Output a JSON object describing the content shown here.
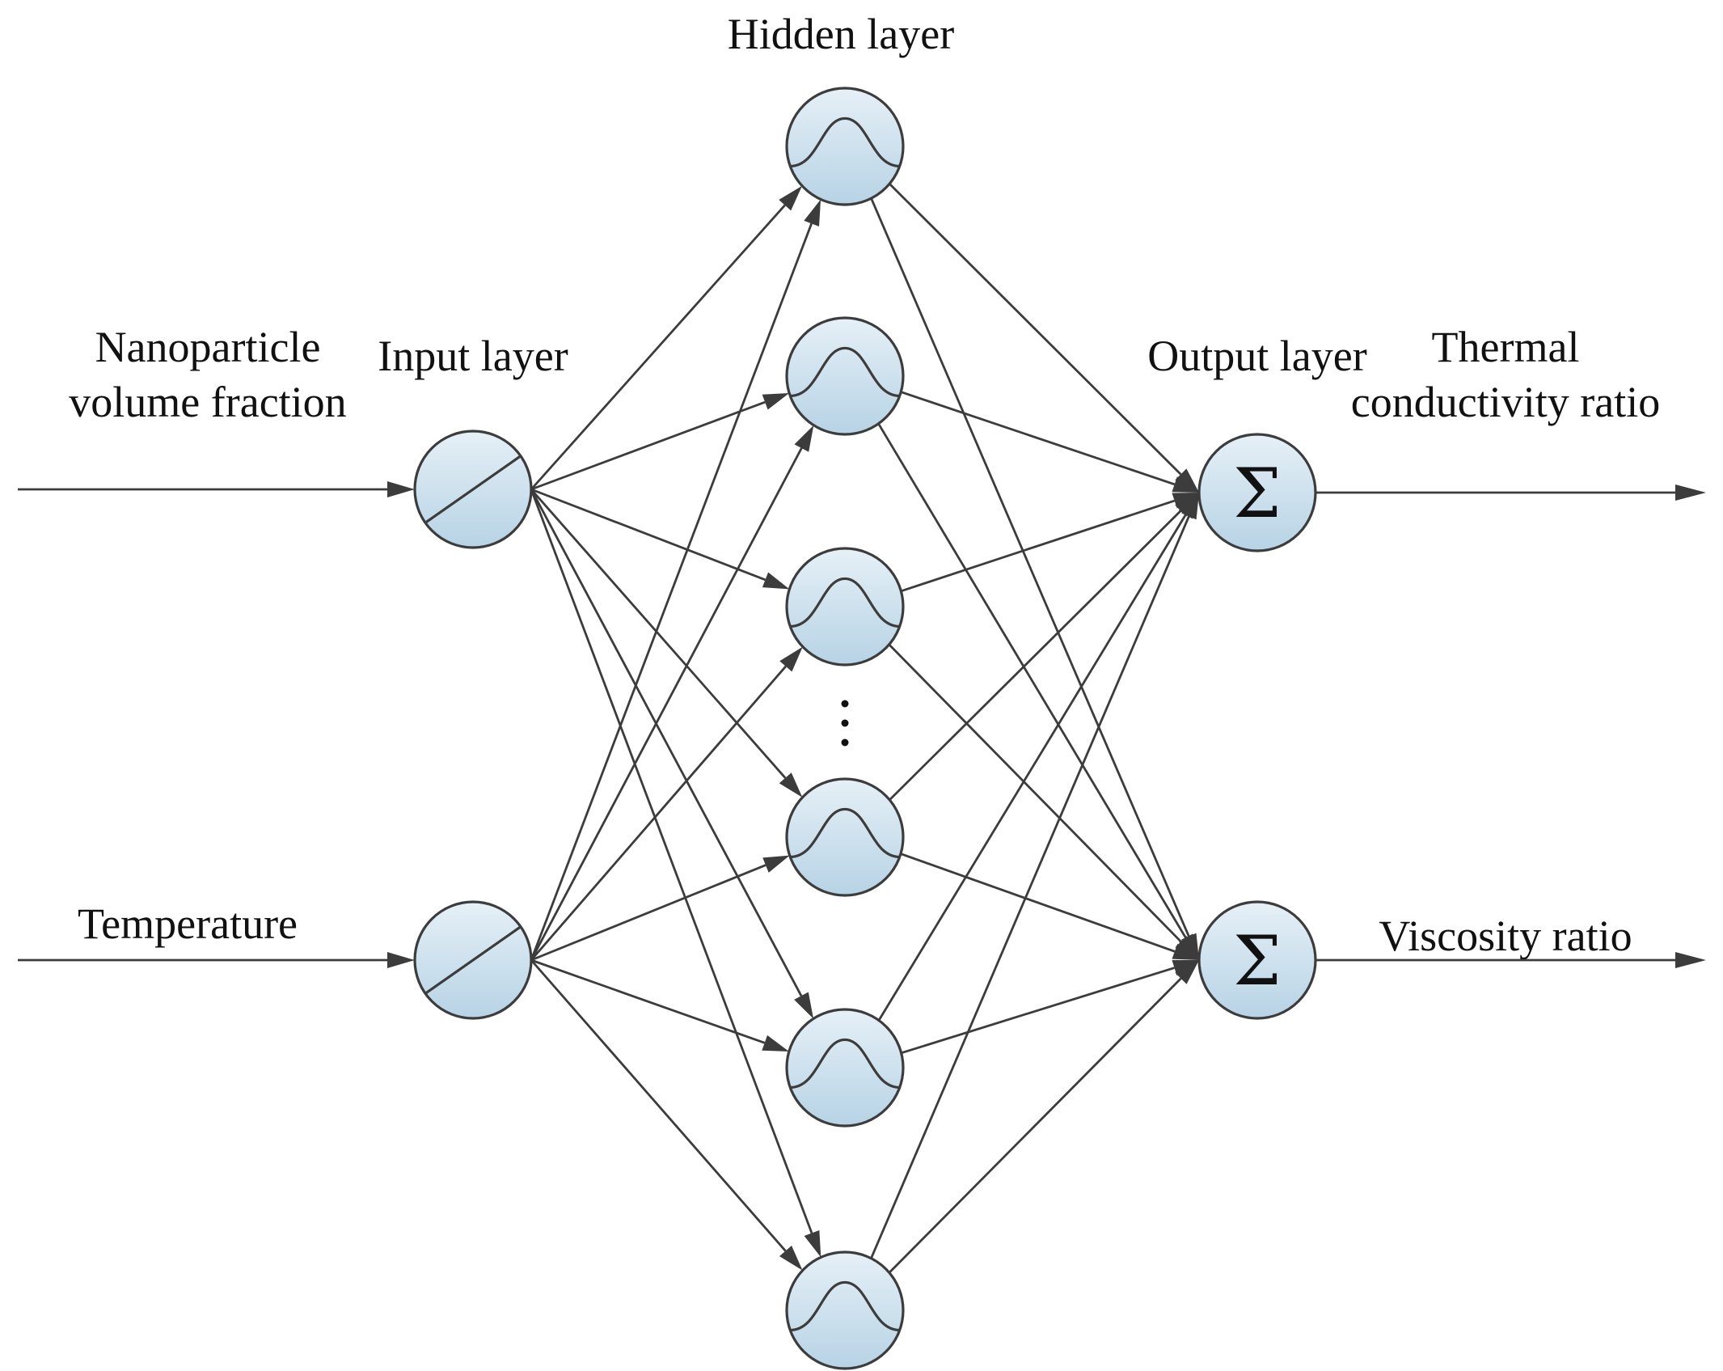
{
  "colors": {
    "node_fill_top": "#e6f0f7",
    "node_fill_bottom": "#b7d3e5",
    "stroke": "#3c3c3c",
    "text": "#111111"
  },
  "layers": {
    "input": {
      "label": "Input layer",
      "activation_icon": "linear-icon",
      "inputs": [
        "Nanoparticle\nvolume fraction",
        "Temperature"
      ]
    },
    "hidden": {
      "label": "Hidden layer",
      "activation_icon": "bell-curve-icon",
      "visible_nodes": 6,
      "ellipsis": "⋮"
    },
    "output": {
      "label": "Output layer",
      "node_symbol": "Σ",
      "outputs": [
        "Thermal\nconductivity ratio",
        "Viscosity ratio"
      ]
    }
  }
}
